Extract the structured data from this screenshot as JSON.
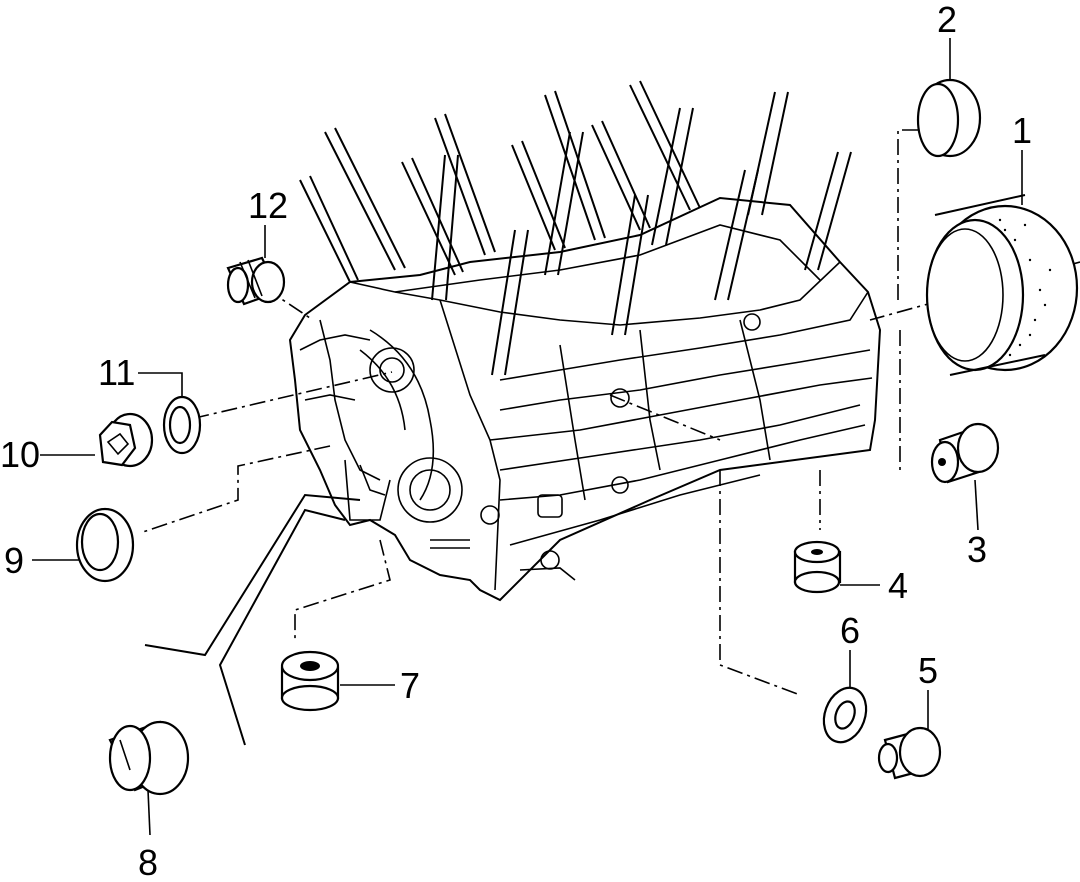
{
  "diagram": {
    "callouts": [
      {
        "id": "1",
        "label": "1"
      },
      {
        "id": "2",
        "label": "2"
      },
      {
        "id": "3",
        "label": "3"
      },
      {
        "id": "4",
        "label": "4"
      },
      {
        "id": "5",
        "label": "5"
      },
      {
        "id": "6",
        "label": "6"
      },
      {
        "id": "7",
        "label": "7"
      },
      {
        "id": "8",
        "label": "8"
      },
      {
        "id": "9",
        "label": "9"
      },
      {
        "id": "10",
        "label": "10"
      },
      {
        "id": "11",
        "label": "11"
      },
      {
        "id": "12",
        "label": "12"
      }
    ],
    "parts": [
      {
        "callout": "1",
        "name": "rear-crankshaft-seal"
      },
      {
        "callout": "2",
        "name": "cup-plug"
      },
      {
        "callout": "3",
        "name": "dowel-sleeve"
      },
      {
        "callout": "4",
        "name": "dowel-sleeve"
      },
      {
        "callout": "5",
        "name": "threaded-plug"
      },
      {
        "callout": "6",
        "name": "sealing-ring"
      },
      {
        "callout": "7",
        "name": "dowel-sleeve"
      },
      {
        "callout": "8",
        "name": "threaded-plug"
      },
      {
        "callout": "9",
        "name": "cup-plug"
      },
      {
        "callout": "10",
        "name": "threaded-plug"
      },
      {
        "callout": "11",
        "name": "sealing-ring"
      },
      {
        "callout": "12",
        "name": "threaded-plug"
      }
    ]
  }
}
